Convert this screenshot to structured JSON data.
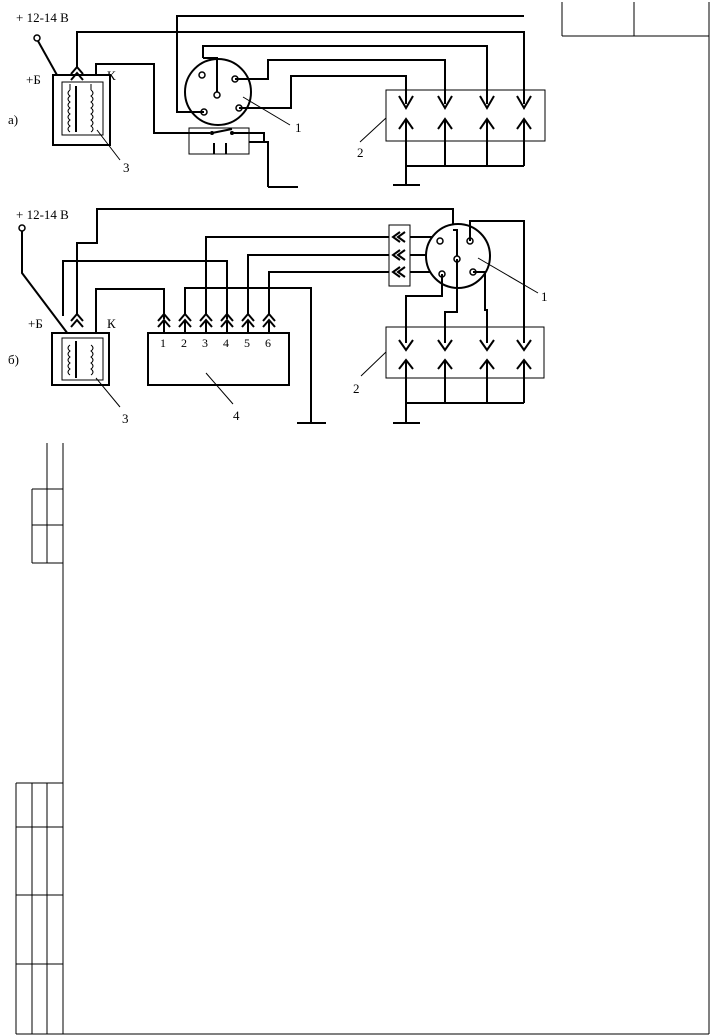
{
  "diagram_a": {
    "voltage_label": "+ 12-14 В",
    "battery_label": "+Б",
    "k_label": "К",
    "variant_label": "а)",
    "callouts": [
      "1",
      "2",
      "3"
    ]
  },
  "diagram_b": {
    "voltage_label": "+ 12-14 В",
    "battery_label": "+Б",
    "k_label": "К",
    "variant_label": "б)",
    "pins": [
      "1",
      "2",
      "3",
      "4",
      "5",
      "6"
    ],
    "callouts": [
      "1",
      "2",
      "3",
      "4"
    ]
  }
}
